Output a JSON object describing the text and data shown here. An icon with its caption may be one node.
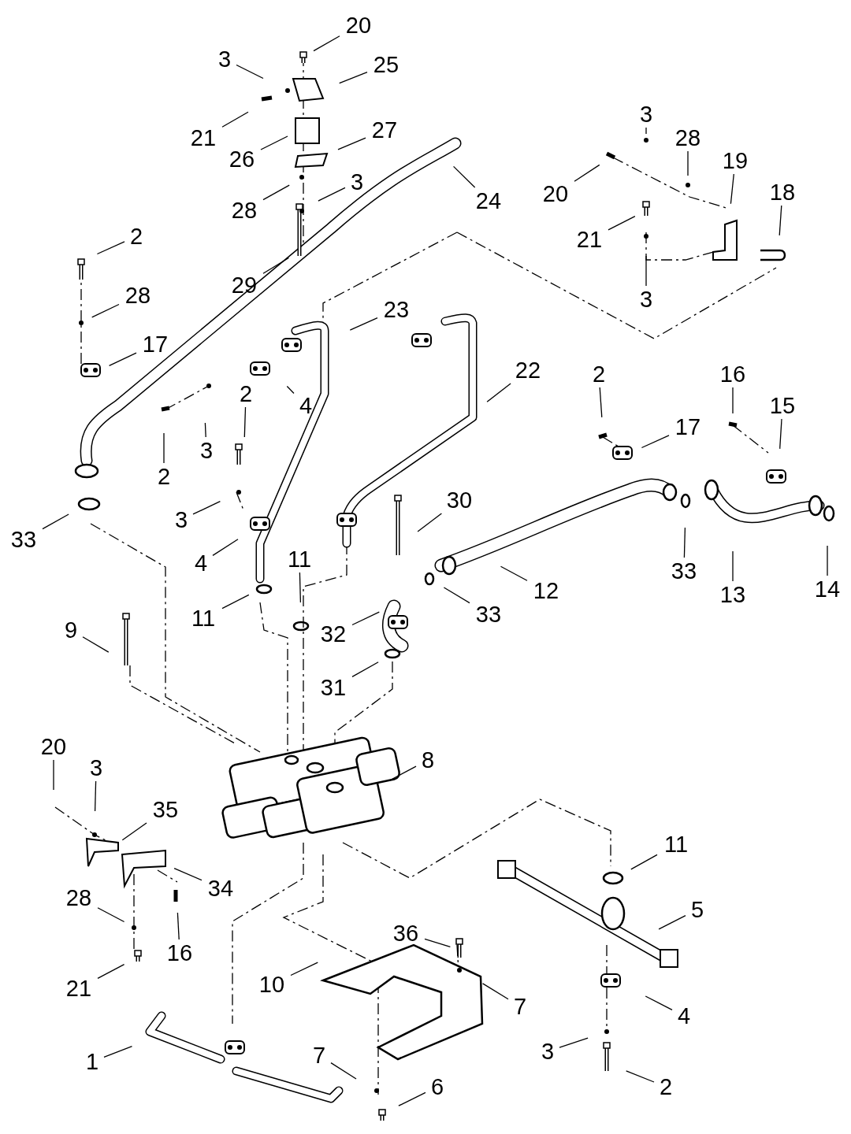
{
  "diagram": {
    "nodes": [
      {
        "text": [
          "20"
        ]
      },
      {
        "text": [
          "3"
        ]
      },
      {
        "text": [
          "25"
        ]
      },
      {
        "text": [
          "21"
        ]
      },
      {
        "text": [
          "27"
        ]
      },
      {
        "text": [
          "3"
        ]
      },
      {
        "text": [
          "28"
        ]
      },
      {
        "text": [
          "19"
        ]
      },
      {
        "text": [
          "26"
        ]
      },
      {
        "text": [
          "3"
        ]
      },
      {
        "text": [
          "18"
        ]
      },
      {
        "text": [
          "20"
        ]
      },
      {
        "text": [
          "24"
        ]
      },
      {
        "text": [
          "28"
        ]
      },
      {
        "text": [
          "2"
        ]
      },
      {
        "text": [
          "21"
        ]
      },
      {
        "text": [
          "29"
        ]
      },
      {
        "text": [
          "28"
        ]
      },
      {
        "text": [
          "3"
        ]
      },
      {
        "text": [
          "23"
        ]
      },
      {
        "text": [
          "17"
        ]
      },
      {
        "text": [
          "22"
        ]
      },
      {
        "text": [
          "2"
        ]
      },
      {
        "text": [
          "16"
        ]
      },
      {
        "text": [
          "2"
        ]
      },
      {
        "text": [
          "4"
        ]
      },
      {
        "text": [
          "15"
        ]
      },
      {
        "text": [
          "17"
        ]
      },
      {
        "text": [
          "3"
        ]
      },
      {
        "text": [
          "2"
        ]
      },
      {
        "text": [
          "30"
        ]
      },
      {
        "text": [
          "3"
        ]
      },
      {
        "text": [
          "33"
        ]
      },
      {
        "text": [
          "4"
        ]
      },
      {
        "text": [
          "11"
        ]
      },
      {
        "text": [
          "12"
        ]
      },
      {
        "text": [
          "13"
        ]
      },
      {
        "text": [
          "14"
        ]
      },
      {
        "text": [
          "33"
        ]
      },
      {
        "text": [
          "11"
        ]
      },
      {
        "text": [
          "32"
        ]
      },
      {
        "text": [
          "33"
        ]
      },
      {
        "text": [
          "9"
        ]
      },
      {
        "text": [
          "31"
        ]
      },
      {
        "text": [
          "20"
        ]
      },
      {
        "text": [
          "8"
        ]
      },
      {
        "text": [
          "3"
        ]
      },
      {
        "text": [
          "35"
        ]
      },
      {
        "text": [
          "11"
        ]
      },
      {
        "text": [
          "28"
        ]
      },
      {
        "text": [
          "34"
        ]
      },
      {
        "text": [
          "5"
        ]
      },
      {
        "text": [
          "36"
        ]
      },
      {
        "text": [
          "16"
        ]
      },
      {
        "text": [
          "21"
        ]
      },
      {
        "text": [
          "7"
        ]
      },
      {
        "text": [
          "10"
        ]
      },
      {
        "text": [
          "4"
        ]
      },
      {
        "text": [
          "1"
        ]
      },
      {
        "text": [
          "7"
        ]
      },
      {
        "text": [
          "3"
        ]
      },
      {
        "text": [
          "6"
        ]
      },
      {
        "text": [
          "2"
        ]
      }
    ],
    "edges": [
      {
        "from": 0,
        "to": null,
        "arrow": "none"
      },
      {
        "from": 1,
        "to": null,
        "arrow": "none"
      },
      {
        "from": 2,
        "to": null,
        "arrow": "none"
      },
      {
        "from": 3,
        "to": null,
        "arrow": "none"
      },
      {
        "from": 4,
        "to": null,
        "arrow": "none"
      },
      {
        "from": 5,
        "to": null,
        "arrow": "none"
      },
      {
        "from": 6,
        "to": null,
        "arrow": "none"
      },
      {
        "from": 7,
        "to": null,
        "arrow": "none"
      },
      {
        "from": 8,
        "to": null,
        "arrow": "none"
      },
      {
        "from": 9,
        "to": null,
        "arrow": "none"
      },
      {
        "from": 10,
        "to": null,
        "arrow": "none"
      },
      {
        "from": 11,
        "to": null,
        "arrow": "none"
      },
      {
        "from": 12,
        "to": null,
        "arrow": "none"
      },
      {
        "from": 13,
        "to": null,
        "arrow": "none"
      },
      {
        "from": 14,
        "to": null,
        "arrow": "none"
      },
      {
        "from": 15,
        "to": null,
        "arrow": "none"
      },
      {
        "from": 16,
        "to": null,
        "arrow": "none"
      },
      {
        "from": 17,
        "to": null,
        "arrow": "none"
      },
      {
        "from": 18,
        "to": null,
        "arrow": "none"
      },
      {
        "from": 19,
        "to": null,
        "arrow": "none"
      },
      {
        "from": 20,
        "to": null,
        "arrow": "none"
      },
      {
        "from": 21,
        "to": null,
        "arrow": "none"
      },
      {
        "from": 22,
        "to": null,
        "arrow": "none"
      },
      {
        "from": 23,
        "to": null,
        "arrow": "none"
      },
      {
        "from": 24,
        "to": null,
        "arrow": "none"
      },
      {
        "from": 25,
        "to": null,
        "arrow": "none"
      },
      {
        "from": 26,
        "to": null,
        "arrow": "none"
      },
      {
        "from": 27,
        "to": null,
        "arrow": "none"
      },
      {
        "from": 28,
        "to": null,
        "arrow": "none"
      },
      {
        "from": 29,
        "to": null,
        "arrow": "none"
      },
      {
        "from": 30,
        "to": null,
        "arrow": "none"
      },
      {
        "from": 31,
        "to": null,
        "arrow": "none"
      },
      {
        "from": 32,
        "to": null,
        "arrow": "none"
      },
      {
        "from": 33,
        "to": null,
        "arrow": "none"
      },
      {
        "from": 34,
        "to": null,
        "arrow": "none"
      },
      {
        "from": 35,
        "to": null,
        "arrow": "none"
      },
      {
        "from": 36,
        "to": null,
        "arrow": "none"
      },
      {
        "from": 37,
        "to": null,
        "arrow": "none"
      },
      {
        "from": 38,
        "to": null,
        "arrow": "none"
      },
      {
        "from": 39,
        "to": null,
        "arrow": "none"
      },
      {
        "from": 40,
        "to": null,
        "arrow": "none"
      },
      {
        "from": 41,
        "to": null,
        "arrow": "none"
      },
      {
        "from": 42,
        "to": null,
        "arrow": "none"
      },
      {
        "from": 43,
        "to": null,
        "arrow": "none"
      },
      {
        "from": 44,
        "to": null,
        "arrow": "none"
      },
      {
        "from": 45,
        "to": null,
        "arrow": "none"
      },
      {
        "from": 46,
        "to": null,
        "arrow": "none"
      },
      {
        "from": 47,
        "to": null,
        "arrow": "none"
      },
      {
        "from": 48,
        "to": null,
        "arrow": "none"
      },
      {
        "from": 49,
        "to": null,
        "arrow": "none"
      },
      {
        "from": 50,
        "to": null,
        "arrow": "none"
      },
      {
        "from": 51,
        "to": null,
        "arrow": "none"
      },
      {
        "from": 52,
        "to": null,
        "arrow": "none"
      },
      {
        "from": 53,
        "to": null,
        "arrow": "none"
      },
      {
        "from": 54,
        "to": null,
        "arrow": "none"
      },
      {
        "from": 55,
        "to": null,
        "arrow": "none"
      },
      {
        "from": 56,
        "to": null,
        "arrow": "none"
      },
      {
        "from": 57,
        "to": null,
        "arrow": "none"
      },
      {
        "from": 58,
        "to": null,
        "arrow": "none"
      },
      {
        "from": 59,
        "to": null,
        "arrow": "none"
      },
      {
        "from": 60,
        "to": null,
        "arrow": "none"
      },
      {
        "from": 61,
        "to": null,
        "arrow": "none"
      },
      {
        "from": 62,
        "to": null,
        "arrow": "none"
      }
    ]
  }
}
